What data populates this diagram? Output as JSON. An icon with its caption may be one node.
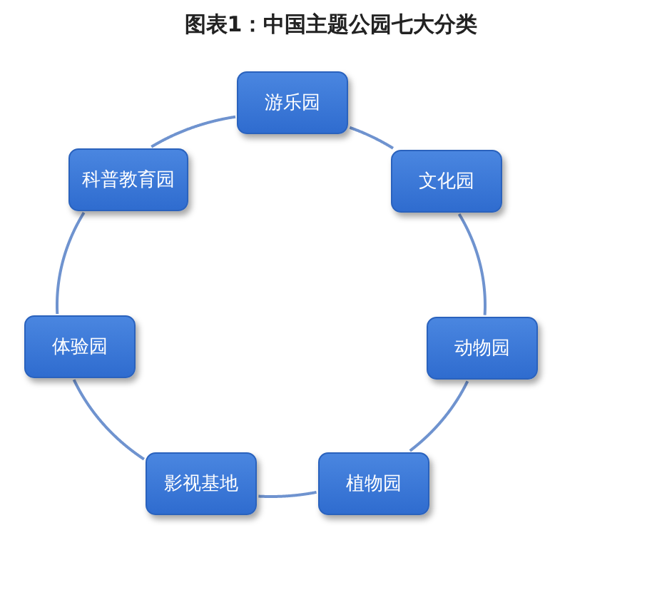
{
  "diagram": {
    "title": "图表1：中国主题公园七大分类",
    "nodes": [
      {
        "text": [
          "游乐园"
        ]
      },
      {
        "text": [
          "文化园"
        ]
      },
      {
        "text": [
          "动物园"
        ]
      },
      {
        "text": [
          "植物园"
        ]
      },
      {
        "text": [
          "影视基地"
        ]
      },
      {
        "text": [
          "体验园"
        ]
      },
      {
        "text": [
          "科普教育园"
        ]
      }
    ],
    "edges": [
      {
        "from": 0,
        "to": 1,
        "arrow": "none"
      },
      {
        "from": 1,
        "to": 2,
        "arrow": "none"
      },
      {
        "from": 2,
        "to": 3,
        "arrow": "none"
      },
      {
        "from": 3,
        "to": 4,
        "arrow": "none"
      },
      {
        "from": 4,
        "to": 5,
        "arrow": "none"
      },
      {
        "from": 5,
        "to": 6,
        "arrow": "none"
      },
      {
        "from": 6,
        "to": 0,
        "arrow": "none"
      }
    ]
  }
}
